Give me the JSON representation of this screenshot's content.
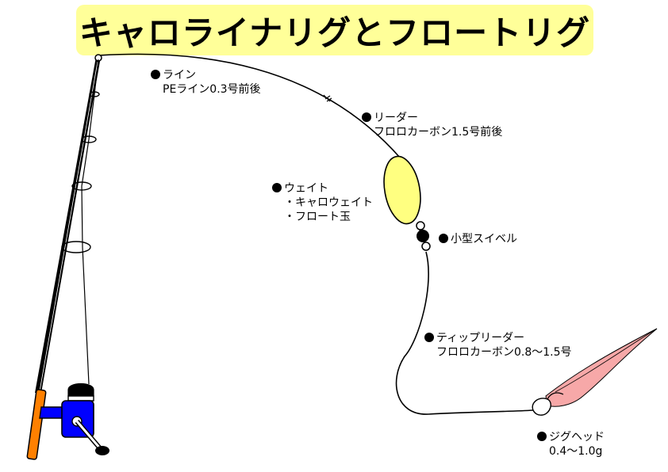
{
  "title": "キャロライナリグとフロートリグ",
  "labels": {
    "line": {
      "heading": "ライン",
      "lines": [
        "PEライン0.3号前後"
      ]
    },
    "leader": {
      "heading": "リーダー",
      "lines": [
        "フロロカーボン1.5号前後"
      ]
    },
    "weight": {
      "heading": "ウェイト",
      "lines": [
        "・キャロウェイト",
        "・フロート玉"
      ]
    },
    "swivel": {
      "heading": "小型スイベル",
      "lines": []
    },
    "tippet": {
      "heading": "ティップリーダー",
      "lines": [
        "フロロカーボン0.8～1.5号"
      ]
    },
    "jighead": {
      "heading": "ジグヘッド",
      "lines": [
        "0.4～1.0g"
      ]
    }
  },
  "colors": {
    "title_background": "#ffff99",
    "float": "#ffff80",
    "reel_body": "#0000ff",
    "rod_grip": "#ff8000",
    "worm": "#f7a8a8",
    "line": "#000000"
  },
  "icons": [
    "fishing-rod-icon",
    "spinning-reel-icon",
    "float-icon",
    "swivel-icon",
    "jighead-icon",
    "worm-icon"
  ]
}
